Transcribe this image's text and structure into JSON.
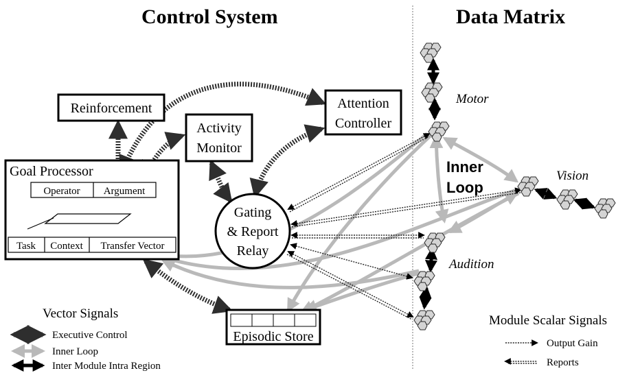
{
  "sections": {
    "left_title": "Control System",
    "right_title": "Data Matrix"
  },
  "nodes": {
    "reinforcement": "Reinforcement",
    "activity_monitor": [
      "Activity",
      "Monitor"
    ],
    "attention_controller": [
      "Attention",
      "Controller"
    ],
    "goal_processor": {
      "title": "Goal Processor",
      "operator": "Operator",
      "argument": "Argument",
      "task": "Task",
      "context": "Context",
      "transfer_vector": "Transfer Vector"
    },
    "gating_relay": [
      "Gating",
      "& Report",
      "Relay"
    ],
    "episodic_store": "Episodic Store",
    "inner_loop": [
      "Inner",
      "Loop"
    ]
  },
  "modules": {
    "motor": "Motor",
    "vision": "Vision",
    "audition": "Audition"
  },
  "legend": {
    "vector_title": "Vector Signals",
    "vector_items": [
      "Executive Control",
      "Inner Loop",
      "Inter Module Intra Region"
    ],
    "scalar_title": "Module Scalar Signals",
    "scalar_items": [
      "Output Gain",
      "Reports"
    ]
  },
  "colors": {
    "executive_control": "#2e2e2e",
    "inner_loop": "#b9b9b9",
    "inter_module": "#000000",
    "module_hex": "#d4d4d4"
  }
}
